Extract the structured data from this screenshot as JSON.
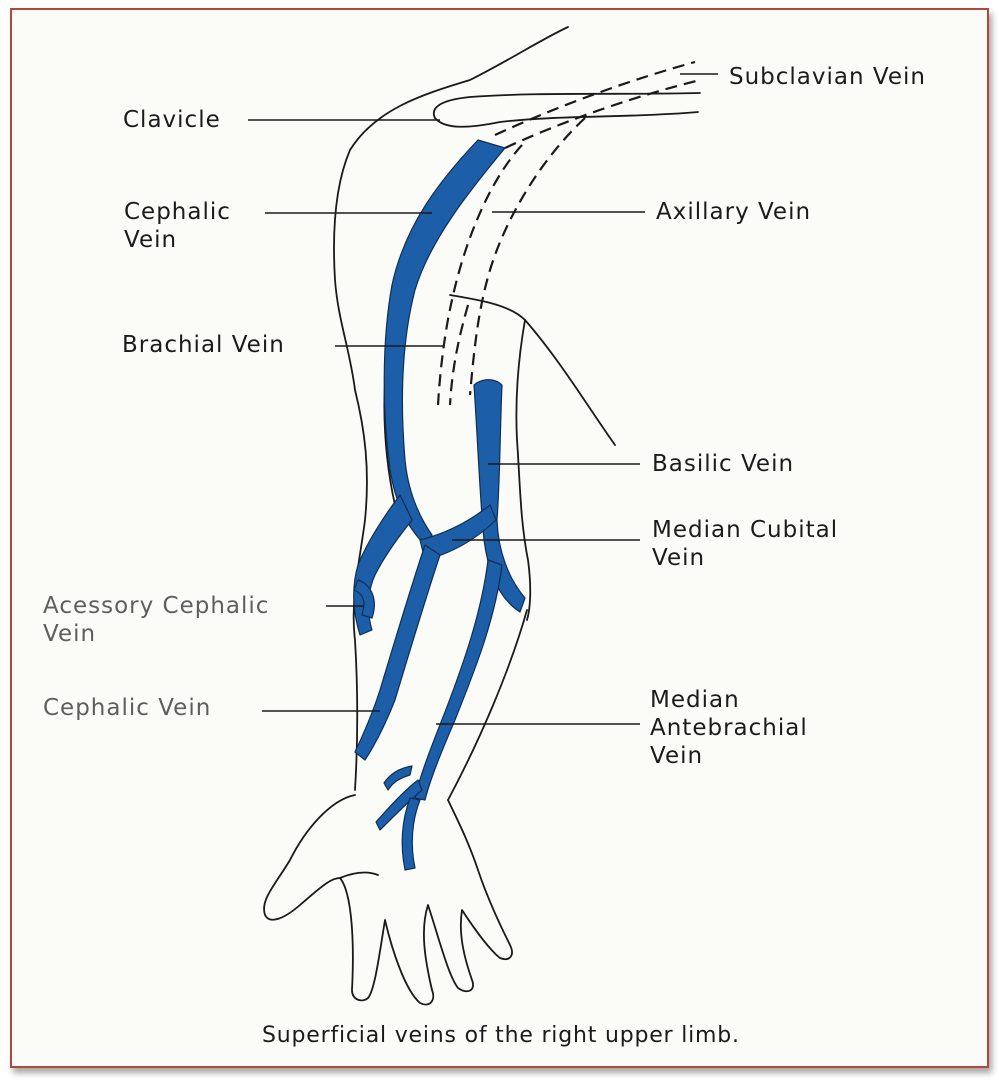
{
  "colors": {
    "vein": "#1d5ea8",
    "outline": "#1a1a1a",
    "frame": "#b0483f",
    "background": "#fbfbf8"
  },
  "labels": {
    "subclavian_vein": "Subclavian Vein",
    "clavicle": "Clavicle",
    "cephalic_vein_upper_line1": "Cephalic",
    "cephalic_vein_upper_line2": "Vein",
    "axillary_vein": "Axillary Vein",
    "brachial_vein": "Brachial Vein",
    "basilic_vein": "Basilic Vein",
    "median_cubital_vein_line1": "Median Cubital",
    "median_cubital_vein_line2": "Vein",
    "accessory_cephalic_vein_line1": "Acessory Cephalic",
    "accessory_cephalic_vein_line2": "Vein",
    "cephalic_vein_lower": "Cephalic Vein",
    "median_antebrachial_vein_line1": "Median",
    "median_antebrachial_vein_line2": "Antebrachial",
    "median_antebrachial_vein_line3": "Vein"
  },
  "caption": "Superficial veins of the right upper limb."
}
